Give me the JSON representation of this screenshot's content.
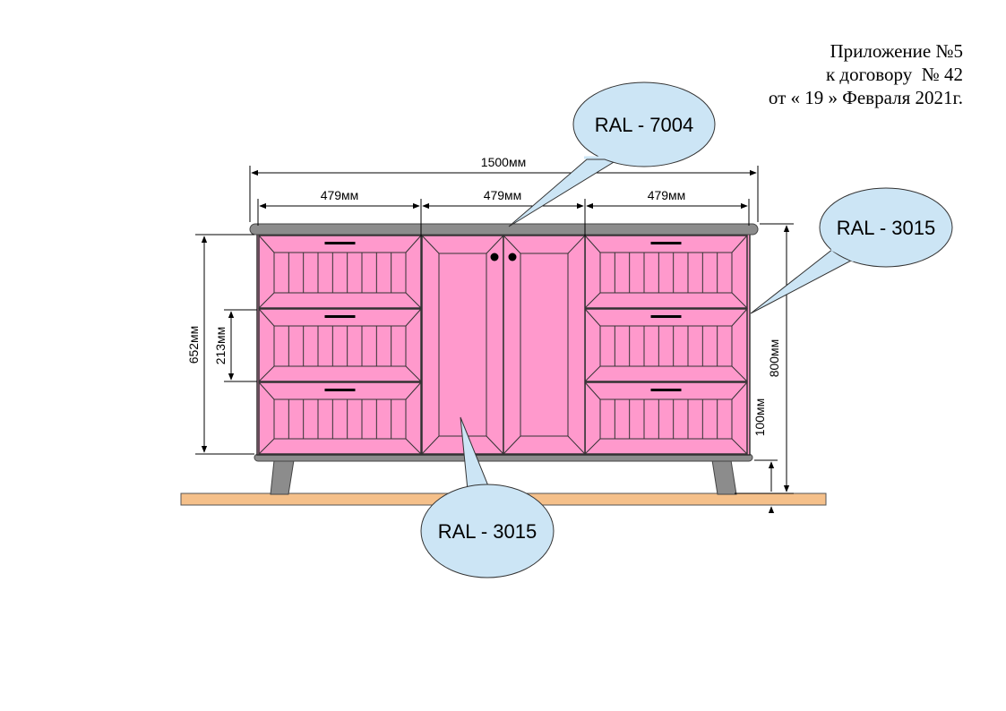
{
  "header": {
    "line1": "Приложение №5",
    "line2": "к договору  № 42",
    "line3": "от « 19 » Февраля 2021г."
  },
  "dimensions": {
    "total_width": "1500мм",
    "section_left": "479мм",
    "section_middle": "479мм",
    "section_right": "479мм",
    "body_height": "652мм",
    "drawer_height": "213мм",
    "total_height": "800мм",
    "leg_height": "100мм"
  },
  "callouts": {
    "top": "RAL - 7004",
    "side": "RAL - 3015",
    "bottom": "RAL - 3015"
  },
  "colors": {
    "body": "#FF99CC",
    "bubble": "#CCE5F5",
    "top_panel": "#8C8C8C",
    "floor": "#F5C08A"
  }
}
